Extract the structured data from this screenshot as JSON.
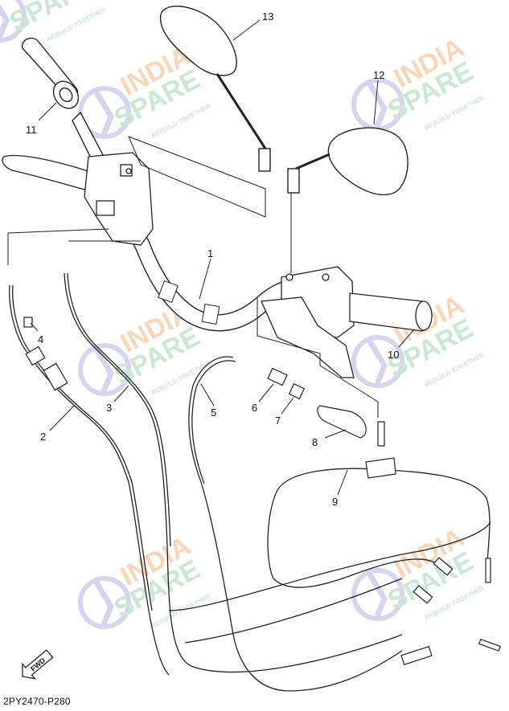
{
  "diagram": {
    "drawing_code": "2PY2470-P280",
    "direction_label": "FWD",
    "callouts": [
      "1",
      "2",
      "3",
      "4",
      "5",
      "6",
      "7",
      "8",
      "9",
      "10",
      "11",
      "12",
      "13"
    ]
  },
  "watermark": {
    "line1": "INDIA",
    "line2": "SPARE",
    "tagline": "REBUILD TOGETHER",
    "colors": {
      "orange": "#f7c9a0",
      "green": "#b9e0c4",
      "blue": "#c9c6e8"
    }
  }
}
